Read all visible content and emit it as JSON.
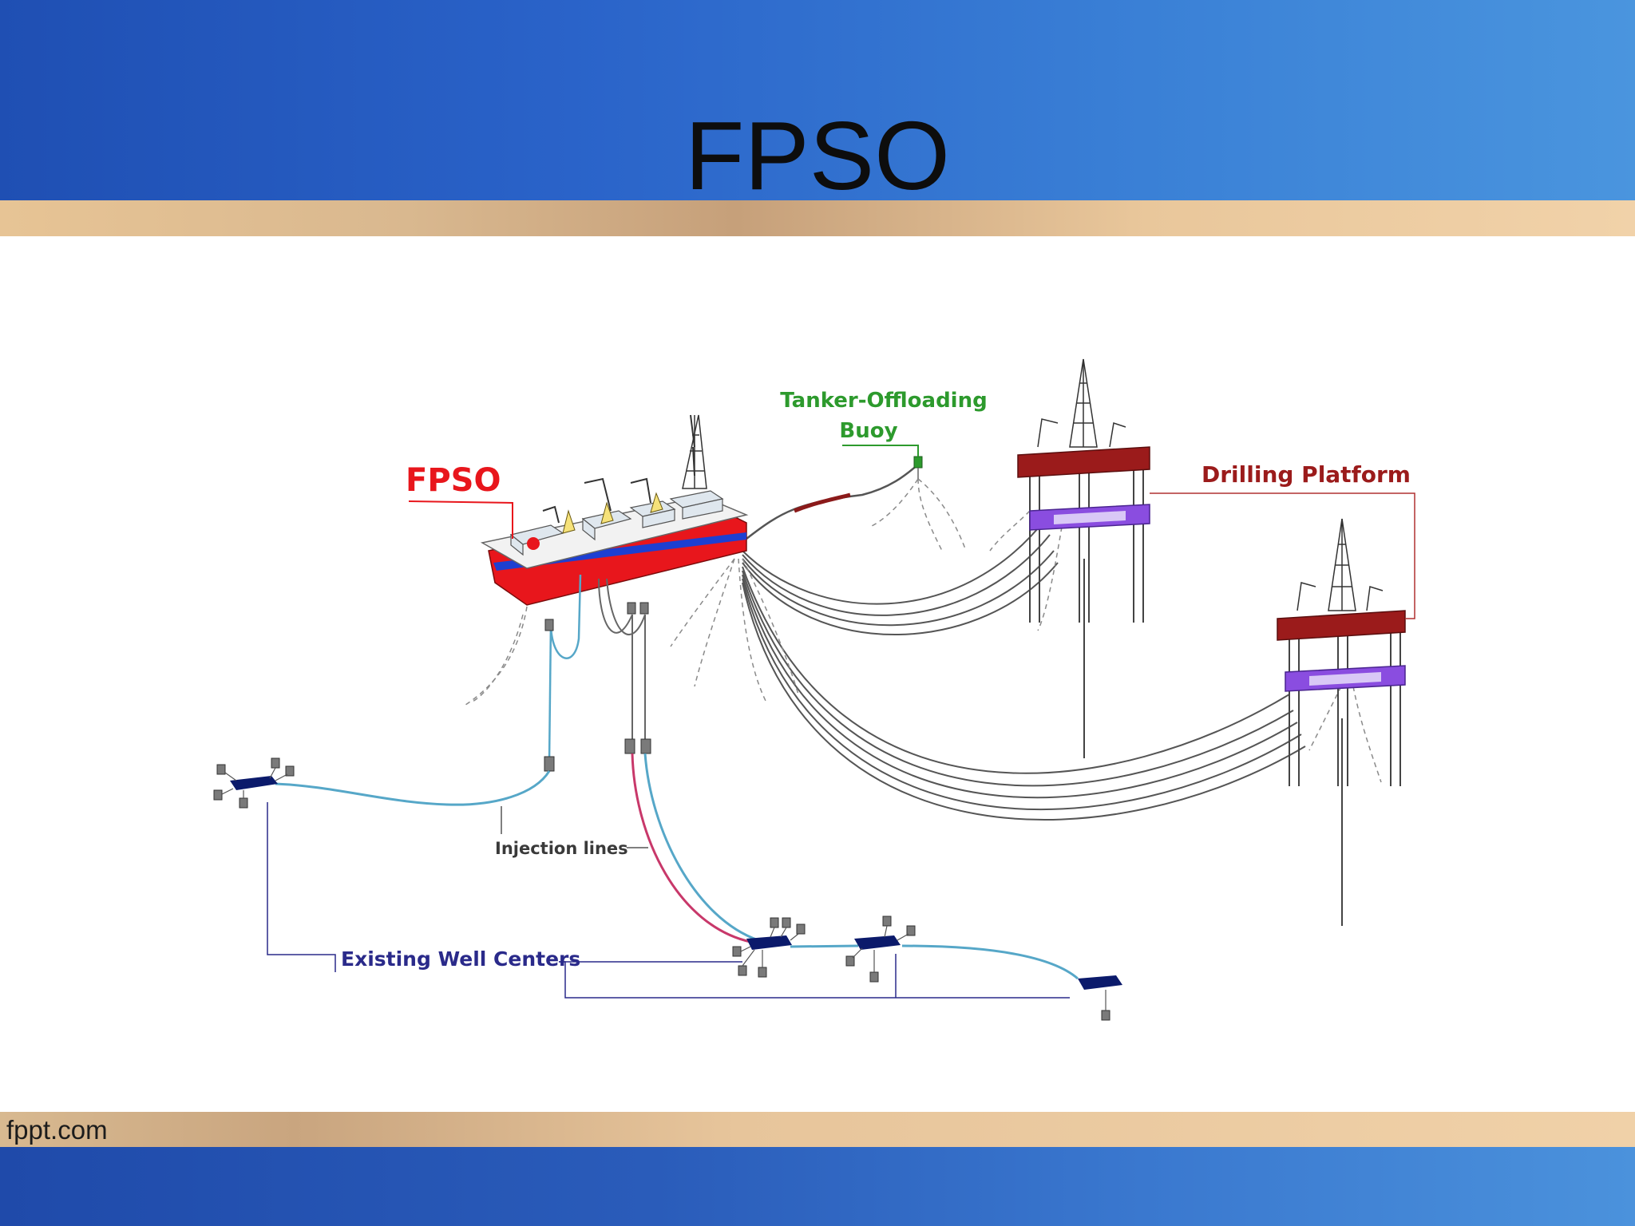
{
  "slide": {
    "title": "FPSO",
    "footer": "fppt.com"
  },
  "diagram": {
    "labels": {
      "fpso": "FPSO",
      "buoy_line1": "Tanker-Offloading",
      "buoy_line2": "Buoy",
      "drilling_platform": "Drilling Platform",
      "injection_lines": "Injection lines",
      "existing_well_centers": "Existing Well Centers"
    }
  },
  "colors": {
    "header_blue": "#2a63c9",
    "stripe_tan": "#e2c08f",
    "fpso_red": "#e8161c",
    "buoy_green": "#2d9a2d",
    "platform_red": "#9b1b1b",
    "platform_purple": "#8a4de0",
    "well_blue": "#0b1a6b",
    "flowline_teal": "#56a7c8",
    "flowline_red": "#c8386a",
    "label_navy": "#2a2a8a"
  }
}
